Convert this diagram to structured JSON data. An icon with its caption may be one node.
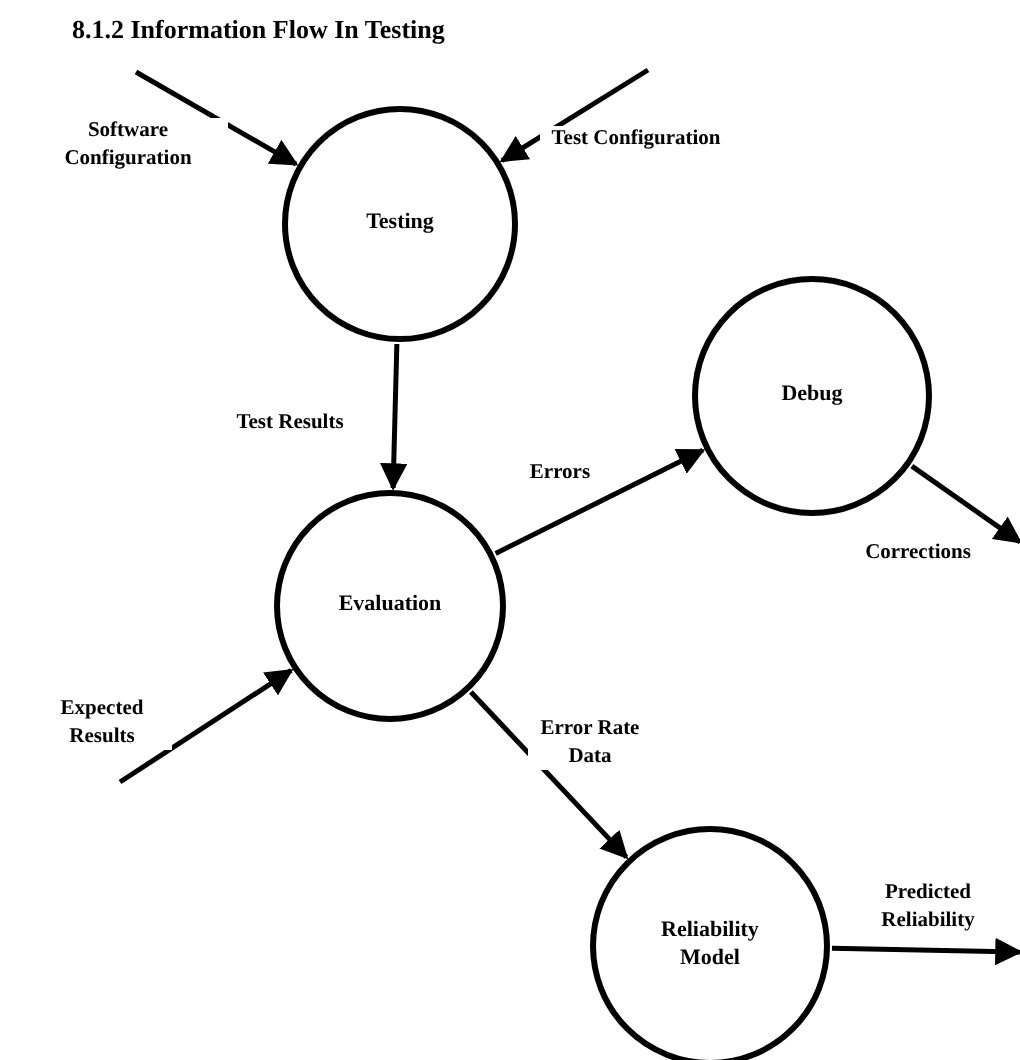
{
  "diagram": {
    "title": "8.1.2 Information Flow In Testing",
    "nodes": [
      {
        "text": [
          "Testing"
        ]
      },
      {
        "text": [
          "Debug"
        ]
      },
      {
        "text": [
          "Evaluation"
        ]
      },
      {
        "text": [
          "Reliability Model"
        ]
      }
    ],
    "edges": [
      {
        "from": null,
        "to": 0,
        "arrow": "to",
        "label": "Software Configuration"
      },
      {
        "from": null,
        "to": 0,
        "arrow": "to",
        "label": "Test Configuration"
      },
      {
        "from": 0,
        "to": 2,
        "arrow": "to",
        "label": "Test Results"
      },
      {
        "from": 2,
        "to": 1,
        "arrow": "to",
        "label": "Errors"
      },
      {
        "from": 1,
        "to": null,
        "arrow": "to",
        "label": "Corrections"
      },
      {
        "from": null,
        "to": 2,
        "arrow": "to",
        "label": "Expected Results"
      },
      {
        "from": 2,
        "to": 3,
        "arrow": "to",
        "label": "Error Rate Data"
      },
      {
        "from": 3,
        "to": null,
        "arrow": "to",
        "label": "Predicted Reliability"
      }
    ]
  }
}
